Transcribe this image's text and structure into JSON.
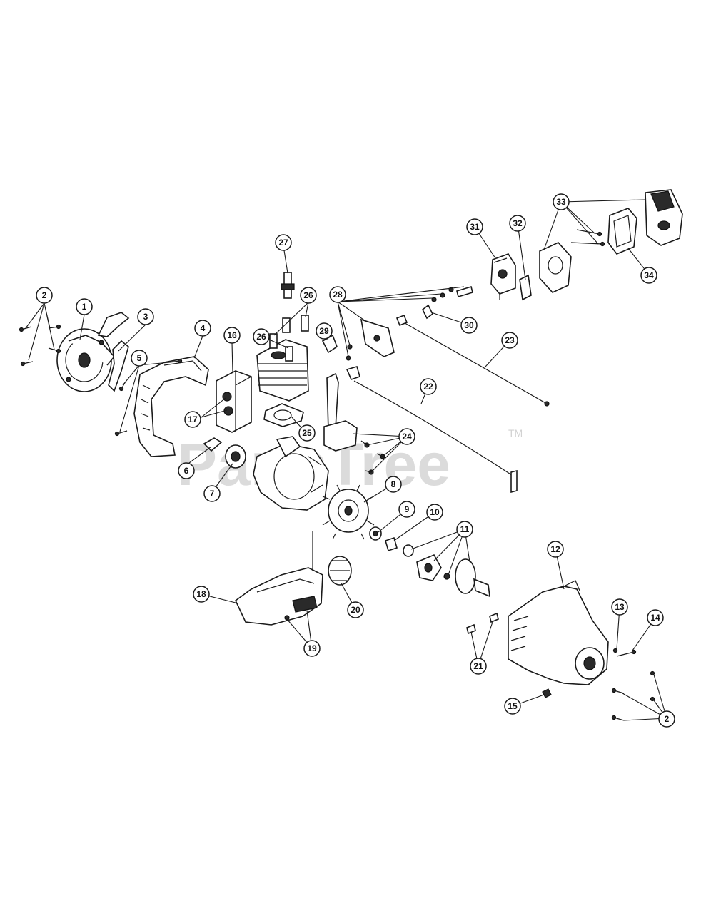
{
  "watermark": {
    "brand": "PartsTree",
    "trademark": "TM"
  },
  "callouts": [
    {
      "id": "c1",
      "label": "1"
    },
    {
      "id": "c2a",
      "label": "2"
    },
    {
      "id": "c3",
      "label": "3"
    },
    {
      "id": "c4",
      "label": "4"
    },
    {
      "id": "c5",
      "label": "5"
    },
    {
      "id": "c6",
      "label": "6"
    },
    {
      "id": "c7",
      "label": "7"
    },
    {
      "id": "c8",
      "label": "8"
    },
    {
      "id": "c9",
      "label": "9"
    },
    {
      "id": "c10",
      "label": "10"
    },
    {
      "id": "c11",
      "label": "11"
    },
    {
      "id": "c12",
      "label": "12"
    },
    {
      "id": "c13",
      "label": "13"
    },
    {
      "id": "c14",
      "label": "14"
    },
    {
      "id": "c15",
      "label": "15"
    },
    {
      "id": "c16",
      "label": "16"
    },
    {
      "id": "c17",
      "label": "17"
    },
    {
      "id": "c18",
      "label": "18"
    },
    {
      "id": "c19",
      "label": "19"
    },
    {
      "id": "c20",
      "label": "20"
    },
    {
      "id": "c21",
      "label": "21"
    },
    {
      "id": "c22",
      "label": "22"
    },
    {
      "id": "c23",
      "label": "23"
    },
    {
      "id": "c24",
      "label": "24"
    },
    {
      "id": "c25",
      "label": "25"
    },
    {
      "id": "c26a",
      "label": "26"
    },
    {
      "id": "c26b",
      "label": "26"
    },
    {
      "id": "c27",
      "label": "27"
    },
    {
      "id": "c28",
      "label": "28"
    },
    {
      "id": "c29",
      "label": "29"
    },
    {
      "id": "c30",
      "label": "30"
    },
    {
      "id": "c31",
      "label": "31"
    },
    {
      "id": "c32",
      "label": "32"
    },
    {
      "id": "c33",
      "label": "33"
    },
    {
      "id": "c34",
      "label": "34"
    },
    {
      "id": "c2b",
      "label": "2"
    }
  ]
}
